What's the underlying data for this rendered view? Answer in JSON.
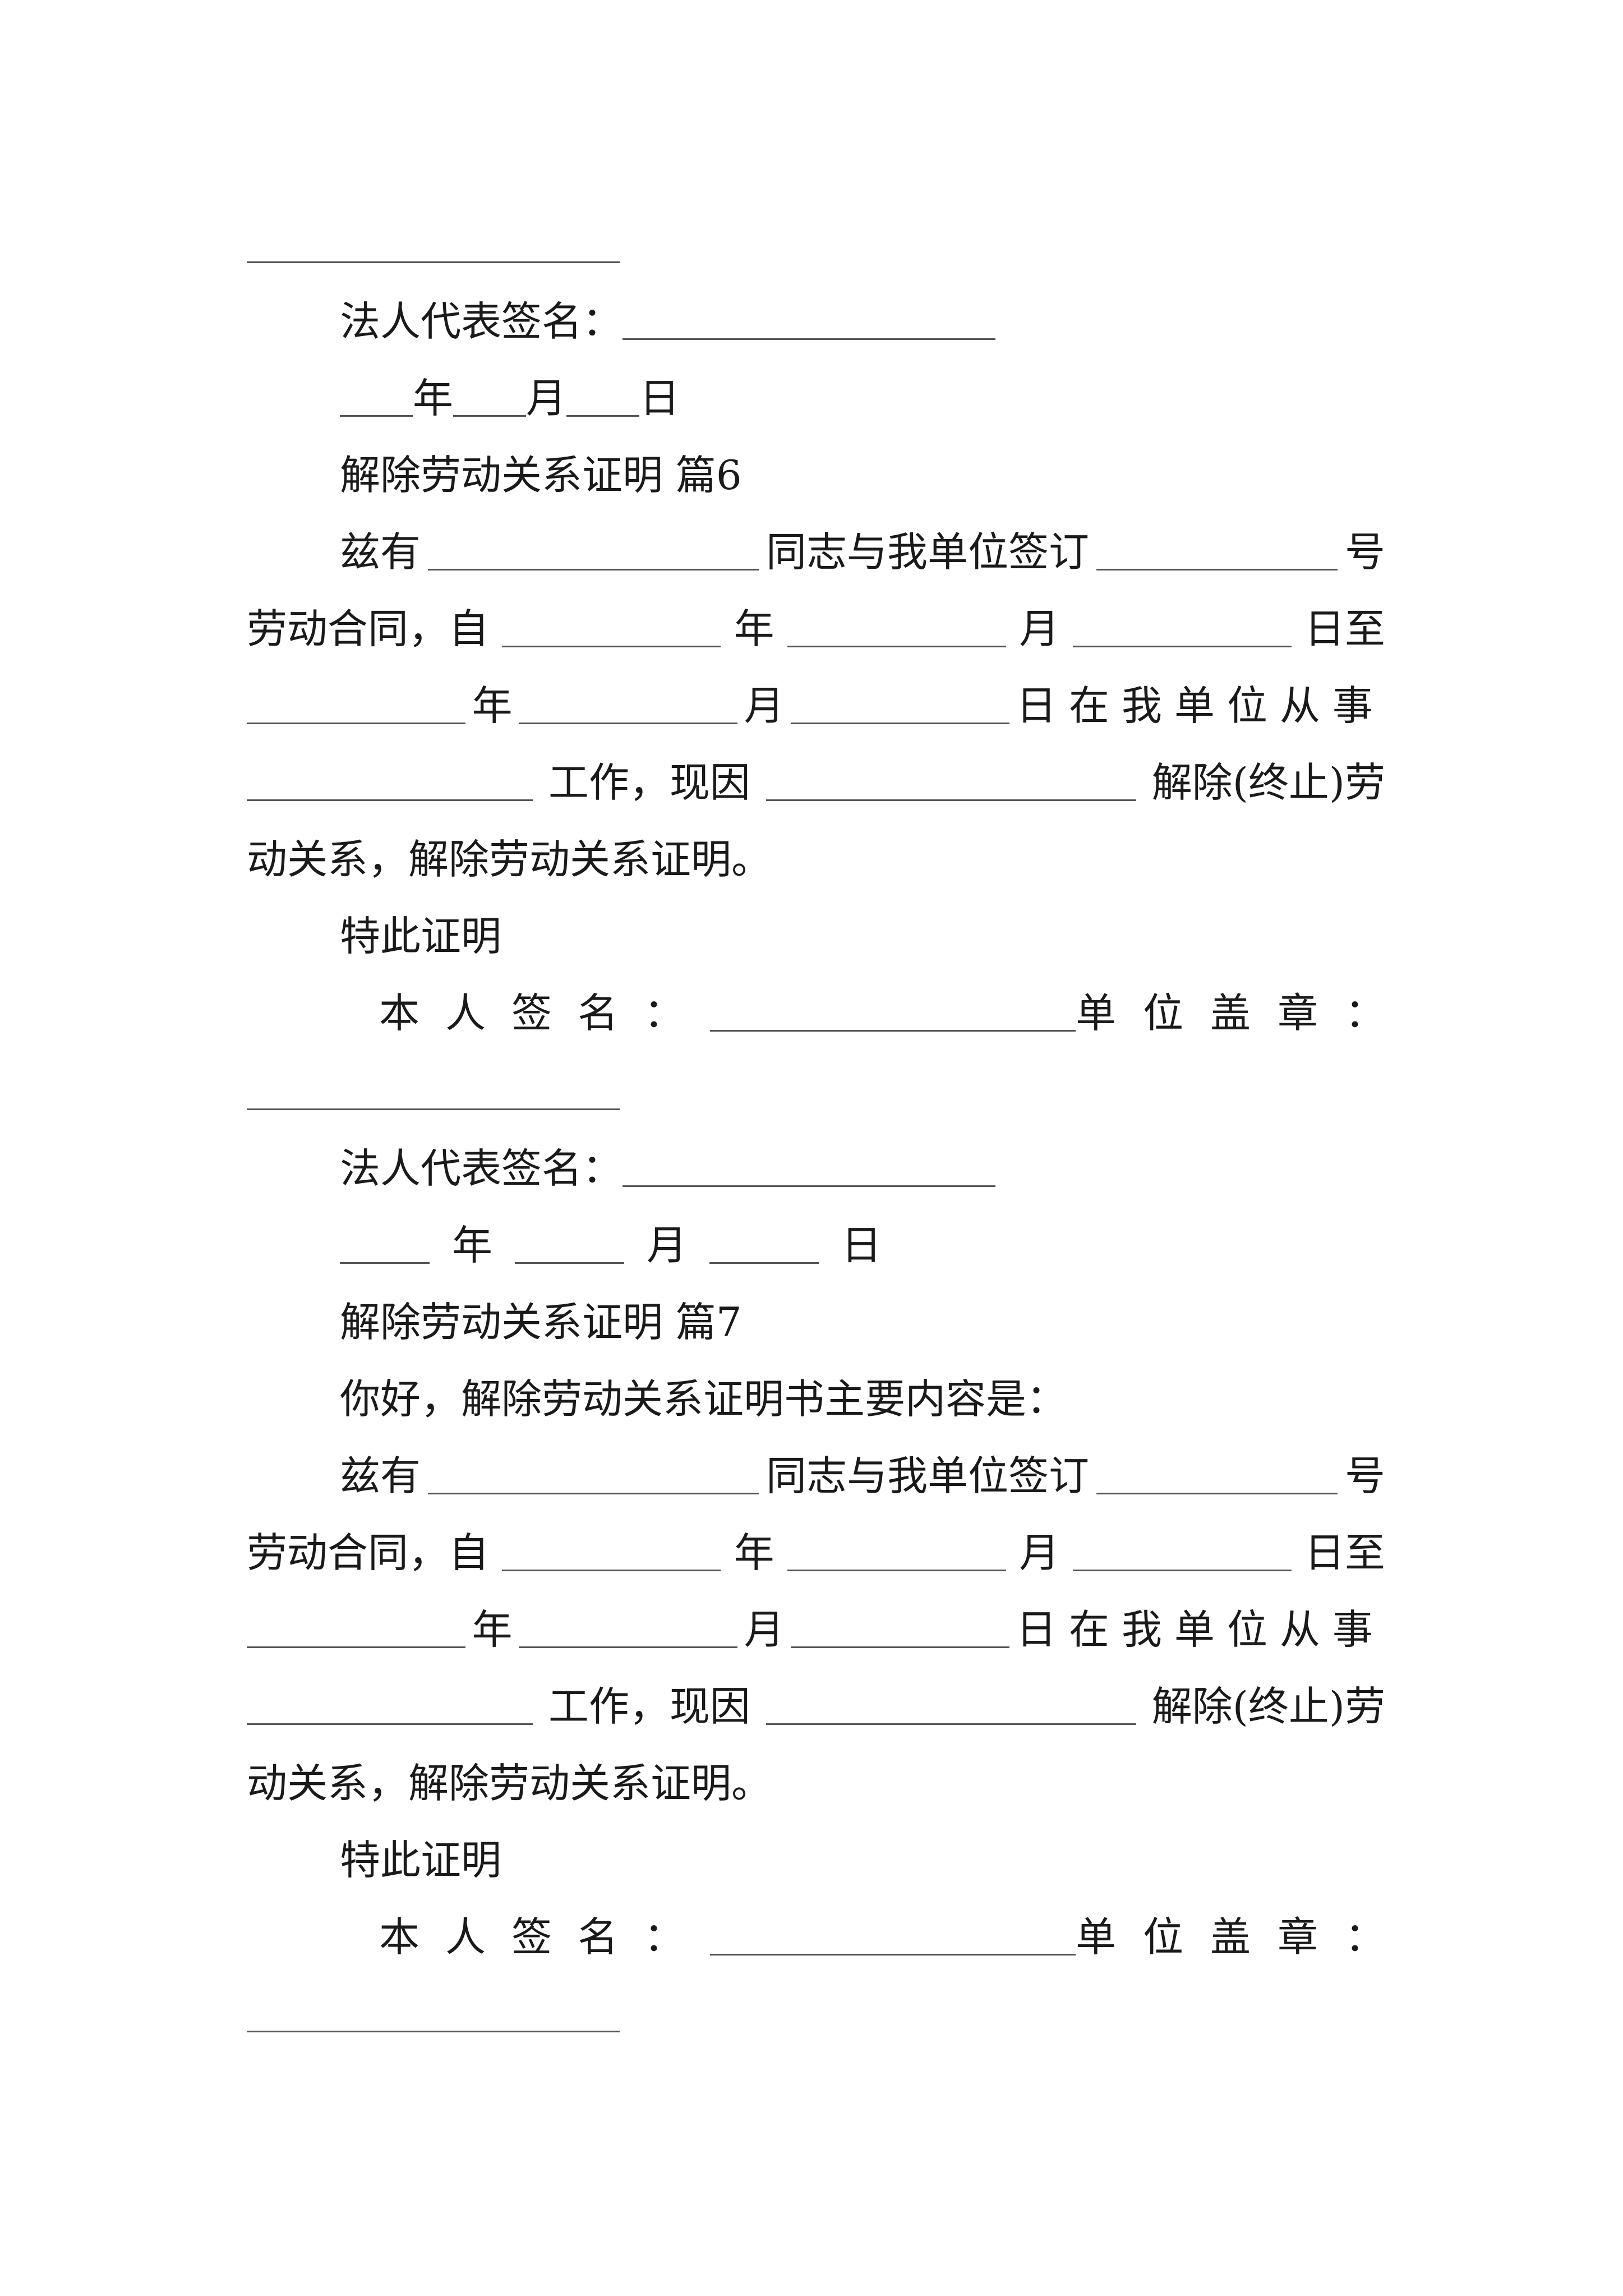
{
  "doc": {
    "legal_rep_label": "法人代表签名：",
    "date_year": "年",
    "date_month": "月",
    "date_day": "日",
    "section6": {
      "heading": "解除劳动关系证明 篇6",
      "l1_a": "兹有",
      "l1_b": "同志与我单位签订",
      "l1_c": "号",
      "l2_a": "劳动合同，自",
      "l2_b": "年",
      "l2_c": "月",
      "l2_d": "日至",
      "l3_a": "年",
      "l3_b": "月",
      "l3_c": "日在我单位从事",
      "l4_a": "工作，现因",
      "l4_b": "解除(终止)劳",
      "l5": "动关系，解除劳动关系证明。",
      "certify": "特此证明",
      "self_sign": "本人签名：",
      "unit_seal": "单位盖章："
    },
    "section7": {
      "heading": "解除劳动关系证明 篇7",
      "intro": "你好，解除劳动关系证明书主要内容是：",
      "l1_a": "兹有",
      "l1_b": "同志与我单位签订",
      "l1_c": "号",
      "l2_a": "劳动合同，自",
      "l2_b": "年",
      "l2_c": "月",
      "l2_d": "日至",
      "l3_a": "年",
      "l3_b": "月",
      "l3_c": "日在我单位从事",
      "l4_a": "工作，现因",
      "l4_b": "解除(终止)劳",
      "l5": "动关系，解除劳动关系证明。",
      "certify": "特此证明",
      "self_sign": "本人签名：",
      "unit_seal": "单位盖章："
    }
  }
}
